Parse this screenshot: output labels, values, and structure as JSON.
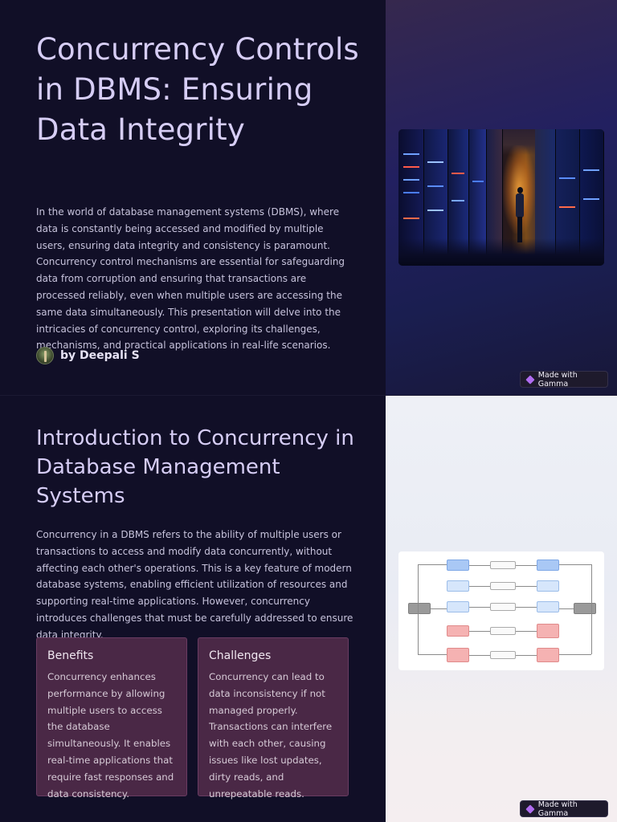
{
  "slide1": {
    "title": "Concurrency Controls in DBMS: Ensuring Data Integrity",
    "body": "In the world of database management systems (DBMS), where data is constantly being accessed and modified by multiple users, ensuring data integrity and consistency is paramount. Concurrency control mechanisms are essential for safeguarding data from corruption and ensuring that transactions are processed reliably, even when multiple users are accessing the same data simultaneously. This presentation will delve into the intricacies of concurrency control, exploring its challenges, mechanisms, and practical applications in real-life scenarios.",
    "author": "by Deepali S",
    "badge": "Made with Gamma"
  },
  "slide2": {
    "title": "Introduction to Concurrency in Database Management Systems",
    "body": "Concurrency in a DBMS refers to the ability of multiple users or transactions to access and modify data concurrently, without affecting each other's operations. This is a key feature of modern database systems, enabling efficient utilization of resources and supporting real-time applications. However, concurrency introduces challenges that must be carefully addressed to ensure data integrity.",
    "cards": [
      {
        "title": "Benefits",
        "text": "Concurrency enhances performance by allowing multiple users to access the database simultaneously. It enables real-time applications that require fast responses and data consistency."
      },
      {
        "title": "Challenges",
        "text": "Concurrency can lead to data inconsistency if not managed properly. Transactions can interfere with each other, causing issues like lost updates, dirty reads, and unrepeatable reads."
      }
    ],
    "badge": "Made with Gamma"
  },
  "colors": {
    "background": "#110f27",
    "title": "#d6cdf5",
    "card": "#4a2846",
    "accent_gamma": "#b06cf0"
  }
}
